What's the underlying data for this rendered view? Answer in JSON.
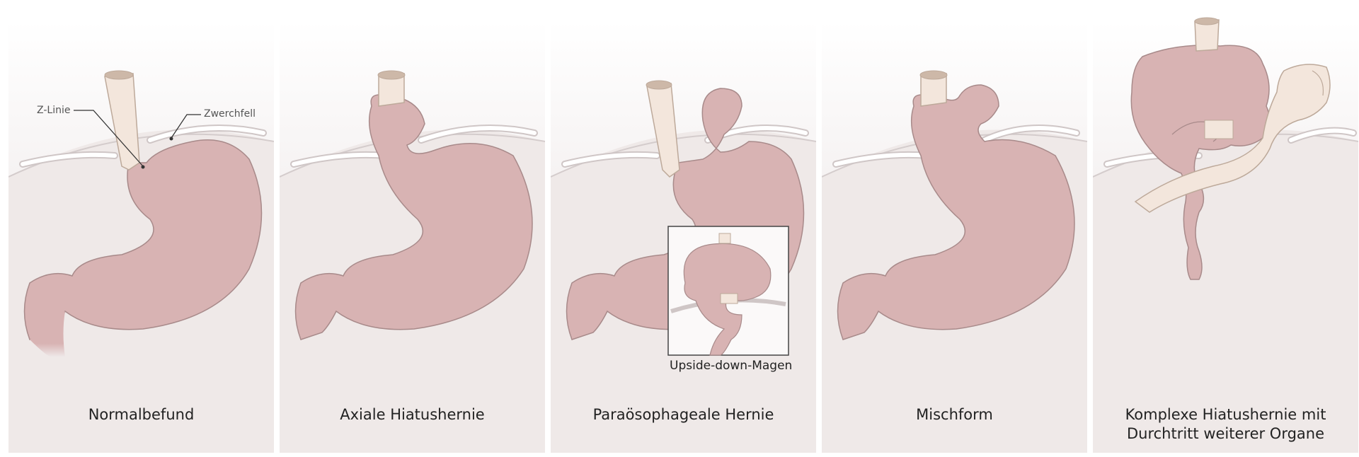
{
  "panels": [
    {
      "caption": "Normalbefund"
    },
    {
      "caption": "Axiale Hiatushernie"
    },
    {
      "caption": "Paraösophageale Hernie",
      "inset_caption": "Upside-down-Magen"
    },
    {
      "caption": "Mischform"
    },
    {
      "caption_line1": "Komplexe Hiatushernie mit",
      "caption_line2": "Durchtritt weiterer Organe"
    }
  ],
  "labels": {
    "z_linie": "Z-Linie",
    "zwerchfell": "Zwerchfell"
  },
  "colors": {
    "stomach": "#d8b3b3",
    "esophagus": "#f3e6dc",
    "background": "#efe9e8",
    "outline": "#a88a8a"
  }
}
